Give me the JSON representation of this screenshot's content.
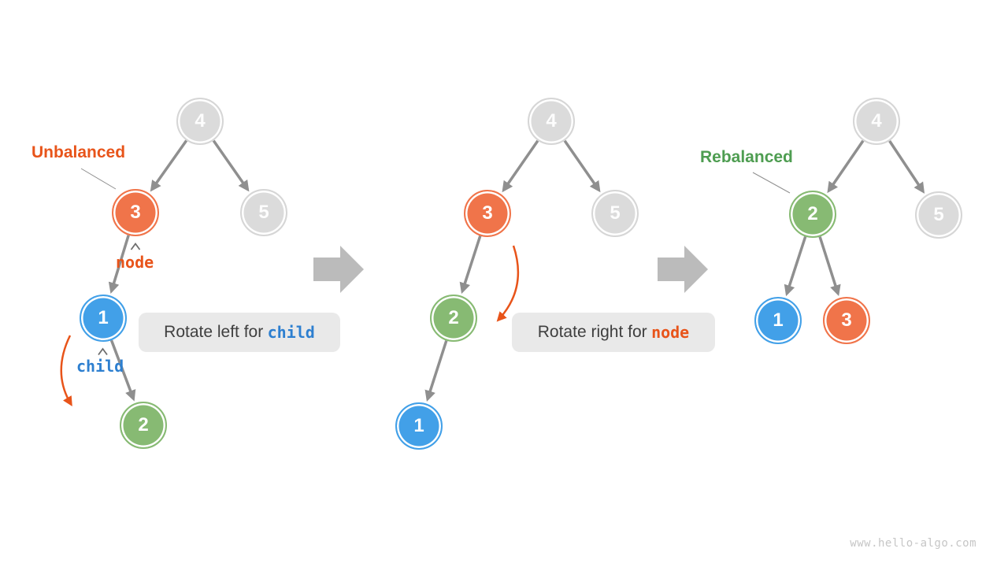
{
  "page": {
    "background": "#ffffff",
    "watermark": "www.hello-algo.com"
  },
  "colors": {
    "orange_node": "#F0744A",
    "blue_node": "#42A0E8",
    "green_node": "#87BA73",
    "gray_node": "#DBDBDB",
    "orange_text": "#E8541A",
    "blue_text": "#2D7FD0",
    "green_text": "#4E9D51",
    "edge_gray": "#8F8F8F",
    "big_arrow_gray": "#BBBBBB",
    "caption_bg": "#E9E9E9",
    "caption_text": "#3F3F3F"
  },
  "step1": {
    "annotation": "Unbalanced",
    "nodes": {
      "root": "4",
      "unbalanced": "3",
      "right_child": "5",
      "child": "1",
      "grandchild": "2"
    },
    "pointer_node": "node",
    "pointer_child": "child",
    "caption_prefix": "Rotate left for",
    "caption_keyword": "child"
  },
  "step2": {
    "nodes": {
      "root": "4",
      "node": "3",
      "right_child": "5",
      "child": "2",
      "grandchild": "1"
    },
    "caption_prefix": "Rotate right for",
    "caption_keyword": "node"
  },
  "step3": {
    "annotation": "Rebalanced",
    "nodes": {
      "root": "4",
      "balanced": "2",
      "right_child": "5",
      "left_leaf": "1",
      "right_leaf": "3"
    }
  }
}
